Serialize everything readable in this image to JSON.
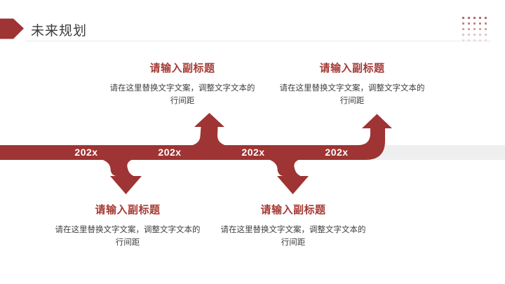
{
  "slide": {
    "title": "未来规划"
  },
  "timeline": {
    "years": [
      "202x",
      "202x",
      "202x",
      "202x"
    ]
  },
  "blocks": {
    "top": [
      {
        "title": "请输入副标题",
        "body": "请在这里替换文字文案，调整文字文本的行间距"
      },
      {
        "title": "请输入副标题",
        "body": "请在这里替换文字文案，调整文字文本的行间距"
      }
    ],
    "bottom": [
      {
        "title": "请输入副标题",
        "body": "请在这里替换文字文案，调整文字文本的行间距"
      },
      {
        "title": "请输入副标题",
        "body": "请在这里替换文字文案，调整文字文本的行间距"
      }
    ]
  },
  "icons": {
    "header_arrow": "pentagon-right-arrow",
    "branch_up": "curved-ribbon-arrow-up",
    "branch_down": "curved-ribbon-arrow-down",
    "corner_decoration": "dot-grid"
  },
  "colors": {
    "accent_red": "#9e3433",
    "subtitle_red": "#a63b36",
    "title_text": "#3c3c3c",
    "body_text": "#3f3f3f",
    "band_gray": "#efefef",
    "divider_gray": "#eaeaea",
    "dots_red": "#964a44"
  }
}
